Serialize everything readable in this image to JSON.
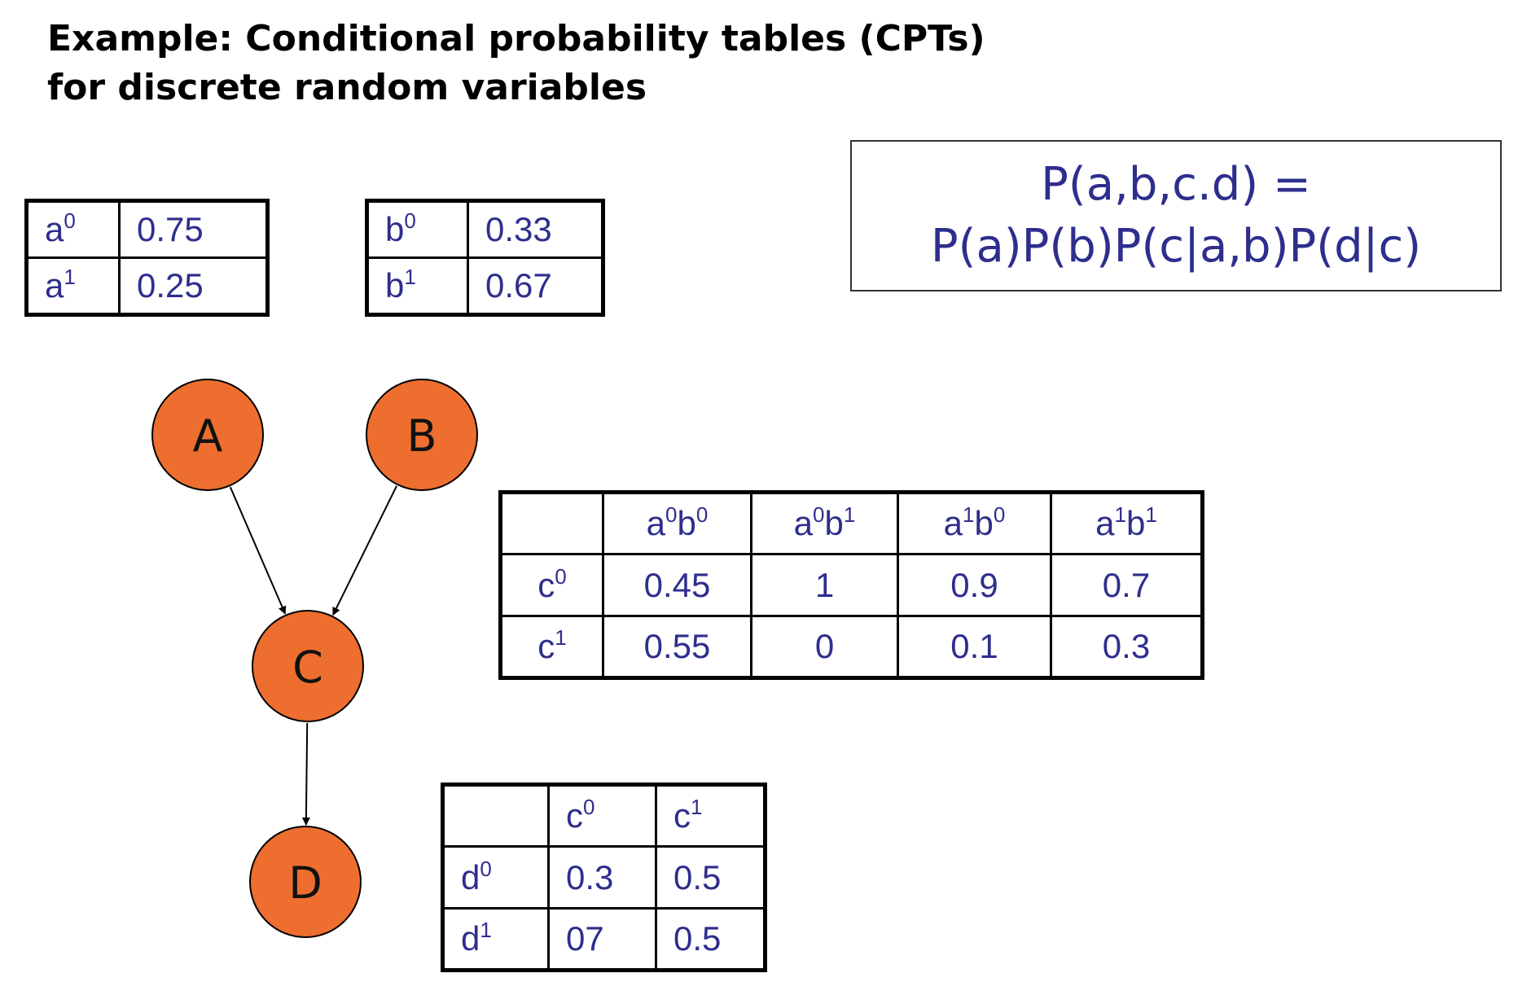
{
  "title": {
    "line1": "Example: Conditional probability tables (CPTs)",
    "line2": "for discrete random variables"
  },
  "formula": {
    "line1": "P(a,b,c.d) =",
    "line2": "P(a)P(b)P(c|a,b)P(d|c)"
  },
  "colors": {
    "node_fill": "#ed6e2f",
    "table_text": "#2e2e8e",
    "border": "#000000"
  },
  "nodes": [
    {
      "id": "A",
      "label": "A"
    },
    {
      "id": "B",
      "label": "B"
    },
    {
      "id": "C",
      "label": "C"
    },
    {
      "id": "D",
      "label": "D"
    }
  ],
  "edges": [
    {
      "from": "A",
      "to": "C"
    },
    {
      "from": "B",
      "to": "C"
    },
    {
      "from": "C",
      "to": "D"
    }
  ],
  "cpt_a": {
    "rows": [
      {
        "var": "a",
        "state": "0",
        "value": "0.75"
      },
      {
        "var": "a",
        "state": "1",
        "value": "0.25"
      }
    ]
  },
  "cpt_b": {
    "rows": [
      {
        "var": "b",
        "state": "0",
        "value": "0.33"
      },
      {
        "var": "b",
        "state": "1",
        "value": "0.67"
      }
    ]
  },
  "cpt_c": {
    "columns": [
      {
        "a_var": "a",
        "a_state": "0",
        "b_var": "b",
        "b_state": "0"
      },
      {
        "a_var": "a",
        "a_state": "0",
        "b_var": "b",
        "b_state": "1"
      },
      {
        "a_var": "a",
        "a_state": "1",
        "b_var": "b",
        "b_state": "0"
      },
      {
        "a_var": "a",
        "a_state": "1",
        "b_var": "b",
        "b_state": "1"
      }
    ],
    "rows": [
      {
        "var": "c",
        "state": "0",
        "values": [
          "0.45",
          "1",
          "0.9",
          "0.7"
        ]
      },
      {
        "var": "c",
        "state": "1",
        "values": [
          "0.55",
          "0",
          "0.1",
          "0.3"
        ]
      }
    ]
  },
  "cpt_d": {
    "columns": [
      {
        "var": "c",
        "state": "0"
      },
      {
        "var": "c",
        "state": "1"
      }
    ],
    "rows": [
      {
        "var": "d",
        "state": "0",
        "values": [
          "0.3",
          "0.5"
        ]
      },
      {
        "var": "d",
        "state": "1",
        "values": [
          "07",
          "0.5"
        ]
      }
    ]
  }
}
